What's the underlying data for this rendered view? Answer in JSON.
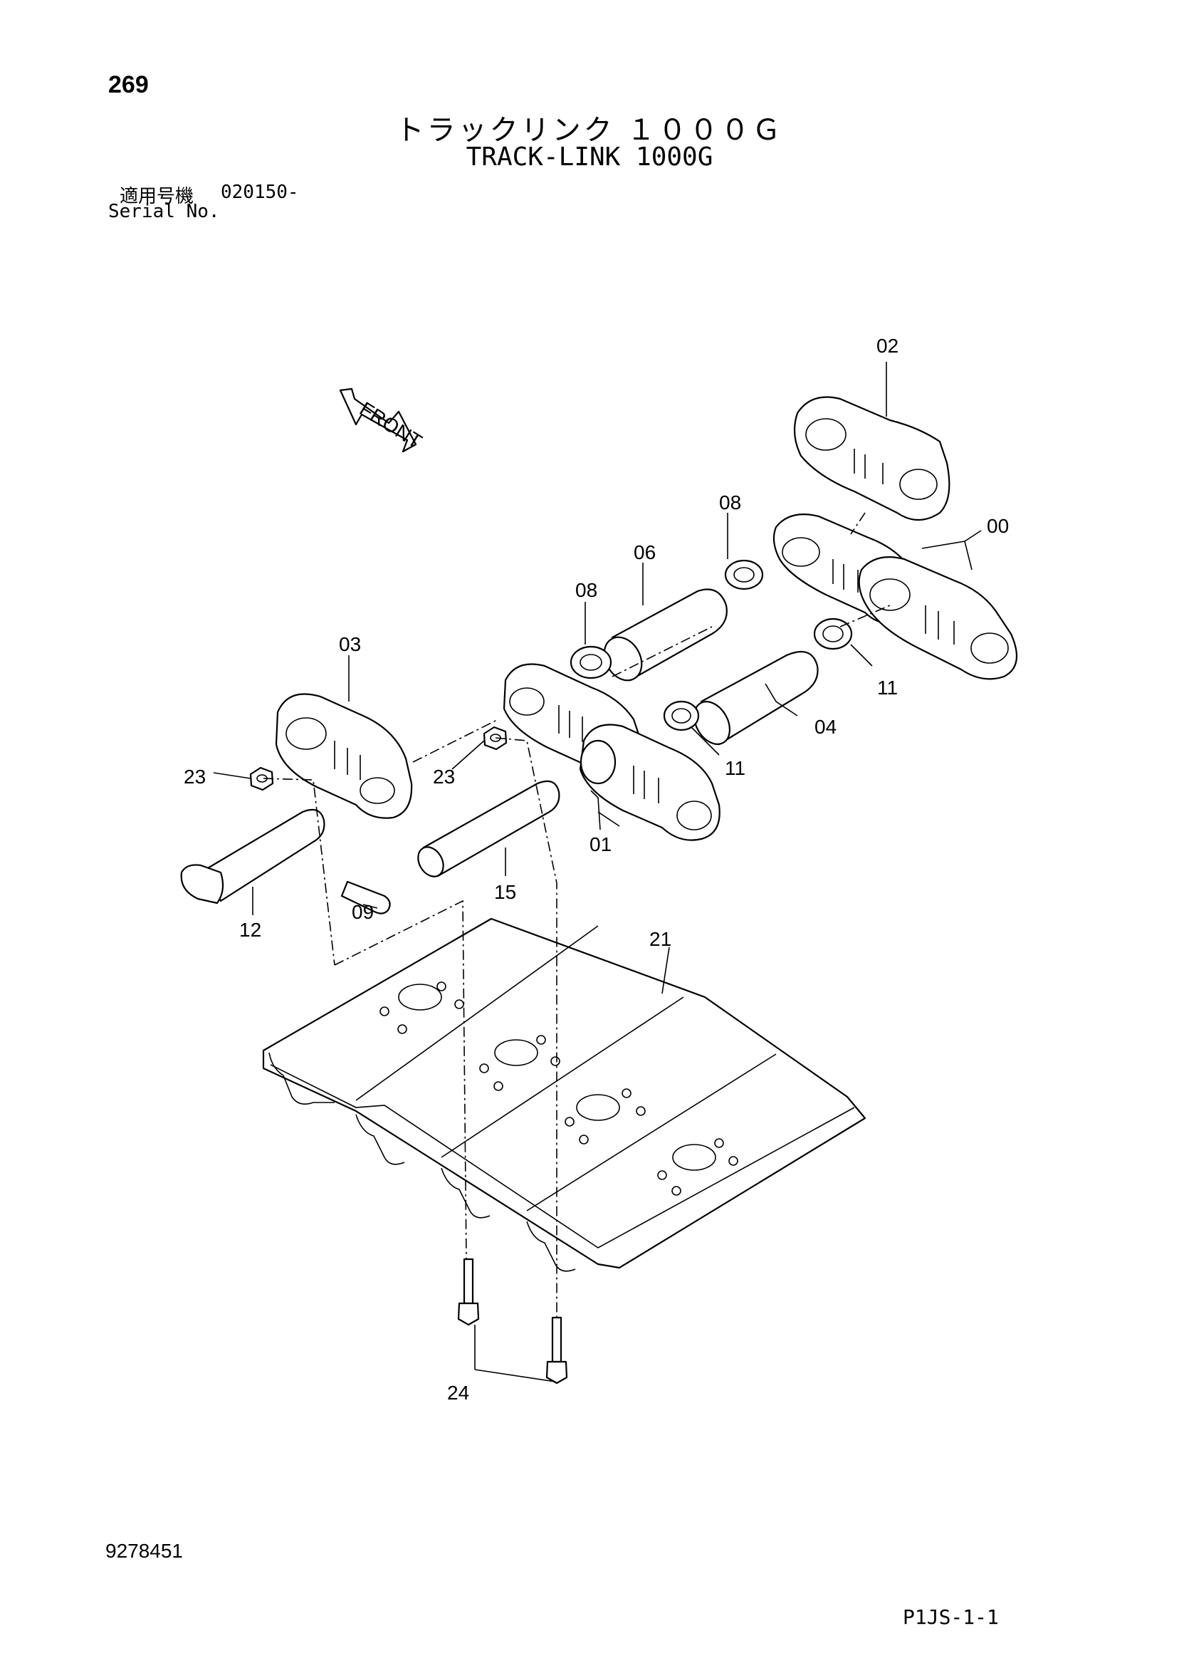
{
  "header": {
    "page_number": "269",
    "title_ja": "トラックリンク １０００Ｇ",
    "title_en": "TRACK-LINK 1000G",
    "serial_label_ja": "適用号機",
    "serial_value": "020150-",
    "serial_label_en": "Serial No."
  },
  "diagram": {
    "front_label": "FRONT",
    "callouts": {
      "c00": "00",
      "c01": "01",
      "c02": "02",
      "c03": "03",
      "c04": "04",
      "c06": "06",
      "c08a": "08",
      "c08b": "08",
      "c09": "09",
      "c11a": "11",
      "c11b": "11",
      "c12": "12",
      "c15": "15",
      "c21": "21",
      "c23a": "23",
      "c23b": "23",
      "c24": "24"
    }
  },
  "footer": {
    "doc_number": "9278451",
    "page_code": "P1JS-1-1"
  }
}
